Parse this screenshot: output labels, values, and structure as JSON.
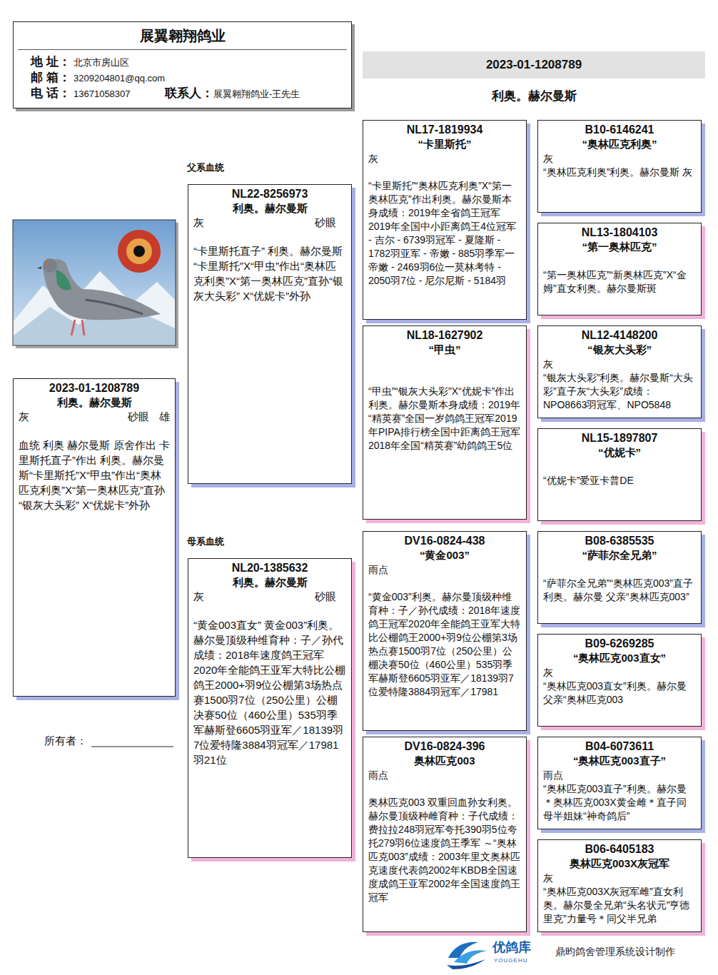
{
  "diagram": {
    "nodes": [
      {
        "text": [
          "展翼翱翔鸽业",
          "地 址：",
          "北京市房山区",
          "邮 箱：",
          "3209204801@qq.com",
          "电 话：",
          "13671058307",
          "联系人：",
          "展翼翱翔鸽业-王先生"
        ]
      },
      {
        "text": [
          "2023-01-1208789",
          "利奥。赫尔曼斯"
        ]
      },
      {
        "text": [
          "2023-01-1208789",
          "利奥。赫尔曼斯",
          "灰",
          "砂眼",
          "雄",
          "血统 利奥 赫尔曼斯 原舍作出 卡里斯托直子”作出 利奥。赫尔曼斯“卡里斯托”X“甲虫”作出“奥林匹克利奥”X“第一奥林匹克”直孙“银灰大头彩” X“优妮卡”外孙"
        ]
      },
      {
        "text": [
          "NL22-8256973",
          "利奥。赫尔曼斯",
          "灰",
          "砂眼",
          "“卡里斯托直子” 利奥。赫尔曼斯“卡里斯托”X“甲虫”作出“奥林匹克利奥”X“第一奥林匹克”直孙“银灰大头彩” X“优妮卡”外孙"
        ]
      },
      {
        "text": [
          "NL20-1385632",
          "利奥。赫尔曼斯",
          "灰",
          "砂眼",
          "“黄金003直女” 黄金003”利奥。赫尔曼顶级种维育种：子／孙代成绩：2018年速度鸽王冠军2020年全能鸽王亚军大特比公棚鸽王2000+羽9位公棚第3场热点赛1500羽7位（250公里）公棚决赛50位（460公里）535羽季军赫斯登6605羽亚军／18139羽7位爱特隆3884羽冠军／17981羽21位"
        ]
      },
      {
        "text": [
          "NL17-1819934",
          "“卡里斯托”",
          "灰",
          "“卡里斯托”“奥林匹克利奥”X“第一奥林匹克”作出利奥。赫尔曼斯本身成绩：2019年全省鸽王冠军2019年全国中小距离鸽王4位冠军 - 吉尔 - 6739羽冠军 - 夏隆斯 - 1782羽亚军 - 帝嫩 - 885羽季军一帝嫩 - 2469羽6位一莫林考特 - 2050羽7位 - 尼尔尼斯 - 5184羽"
        ]
      },
      {
        "text": [
          "NL18-1627902",
          "“甲虫”",
          "“甲虫”“银灰大头彩”X“优妮卡”作出利奥。赫尔曼斯本身成绩：2019年“精英赛”全国一岁鸽鸽王冠军2019年PIPA排行榜全国中距离鸽王冠军2018年全国“精英赛”幼鸽鸽王5位"
        ]
      },
      {
        "text": [
          "DV16-0824-438",
          "“黄金003”",
          "雨点",
          "“黄金003”利奥。赫尔曼顶级种维育种：子／孙代成绩：2018年速度鸽王冠军2020年全能鸽王亚军大特比公棚鸽王2000+羽9位公棚第3场热点赛1500羽7位（250公里）公棚决赛50位（460公里）535羽季军赫斯登6605羽亚军／18139羽7位爱特隆3884羽冠军／17981"
        ]
      },
      {
        "text": [
          "DV16-0824-396",
          "奥林匹克003",
          "雨点",
          "奥林匹克003 双重回血孙女利奥。赫尔曼顶级种雌育种：子代成绩：费拉拉248羽冠军夸托390羽5位夸托279羽6位速度鸽王季军 ～“奥林匹克003”成绩：2003年里文奥林匹克速度代表鸽2002年KBDB全国速度成鸽王亚军2002年全国速度鸽王冠军"
        ]
      },
      {
        "text": [
          "B10-6146241",
          "“奥林匹克利奥”",
          "灰",
          "“奥林匹克利奥”利奥。赫尔曼斯 灰"
        ]
      },
      {
        "text": [
          "NL13-1804103",
          "“第一奥林匹克”",
          "“第一奥林匹克”“新奥林匹克”X“金姆”直女利奥。赫尔曼斯斑"
        ]
      },
      {
        "text": [
          "NL12-4148200",
          "“银灰大头彩”",
          "灰",
          "“银灰大头彩”利奥。赫尔曼斯“大头彩”直子灰“大头彩”成绩：NPO8663羽冠军、NPO5848"
        ]
      },
      {
        "text": [
          "NL15-1897807",
          "“优妮卡”",
          "“优妮卡”爱亚卡普DE"
        ]
      },
      {
        "text": [
          "B08-6385535",
          "“萨菲尔全兄弟”",
          "“萨菲尔全兄弟”“奥林匹克003”直子利奥。赫尔曼 父亲“奥林匹克003”"
        ]
      },
      {
        "text": [
          "B09-6269285",
          "“奥林匹克003直女”",
          "灰",
          "“奥林匹克003直女”利奥。赫尔曼父亲“奥林匹克003"
        ]
      },
      {
        "text": [
          "B04-6073611",
          "“奥林匹克003直子”",
          "雨点",
          "“奥林匹克003直子”利奥。赫尔曼＊奥林匹克003X黄金雌＊直子同母半姐妹“神奇鸽后”"
        ]
      },
      {
        "text": [
          "B06-6405183",
          "奥林匹克003X灰冠军",
          "灰",
          "“奥林匹克003X灰冠军雌”直女利奥。赫尔曼全兄弟“头名状元”亨德里克”力量号＊同父半兄弟"
        ]
      }
    ],
    "labels": [
      "父系血统",
      "母系血统",
      "所有者：",
      "优鸽库",
      "YOUGEHU",
      "鼎昀鸽舍管理系统设计制作"
    ]
  }
}
